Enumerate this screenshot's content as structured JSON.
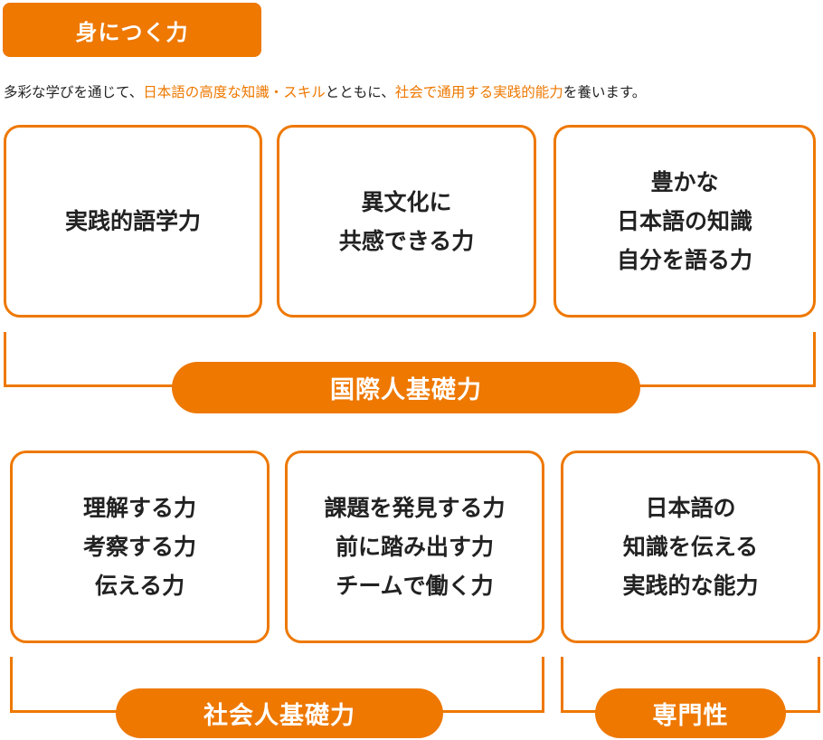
{
  "title": "身につく力",
  "intro": {
    "parts": [
      {
        "text": "多彩な学びを通じて、",
        "highlight": false
      },
      {
        "text": "日本語の高度な知識・スキル",
        "highlight": true
      },
      {
        "text": "とともに、",
        "highlight": false
      },
      {
        "text": "社会で通用する実践的能力",
        "highlight": true
      },
      {
        "text": "を養います。",
        "highlight": false
      }
    ]
  },
  "cards_top": [
    {
      "text": "実践的語学力"
    },
    {
      "text": "異文化に\n共感できる力"
    },
    {
      "text": "豊かな\n日本語の知識\n自分を語る力"
    }
  ],
  "cards_bottom": [
    {
      "text": "理解する力\n考察する力\n伝える力"
    },
    {
      "text": "課題を発見する力\n前に踏み出す力\nチームで働く力"
    },
    {
      "text": "日本語の\n知識を伝える\n実践的な能力"
    }
  ],
  "labels": {
    "international": "国際人基礎力",
    "social": "社会人基礎力",
    "specialty": "専門性"
  },
  "colors": {
    "accent": "#ee7800",
    "text": "#222222"
  }
}
